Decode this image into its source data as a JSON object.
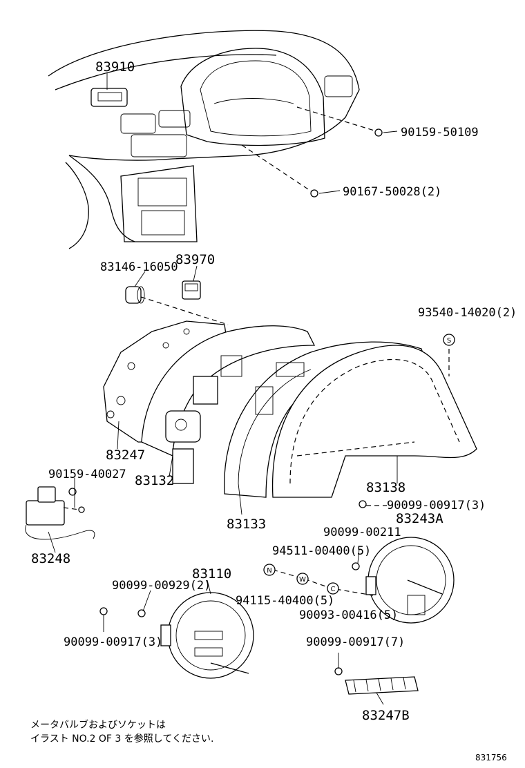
{
  "labels": {
    "p83910": "83910",
    "p90159_50109": "90159-50109",
    "p90167_50028": "90167-50028(2)",
    "p83146_16050": "83146-16050",
    "p83970": "83970",
    "p93540_14020": "93540-14020(2)",
    "p83247": "83247",
    "p83132": "83132",
    "p90159_40027": "90159-40027",
    "p83248": "83248",
    "p83138": "83138",
    "p90099_00917_3": "90099-00917(3)",
    "p83243A": "83243A",
    "p83133": "83133",
    "p90099_00211": "90099-00211",
    "p94511_00400": "94511-00400(5)",
    "p83110": "83110",
    "p90099_00929": "90099-00929(2)",
    "p94115_40400": "94115-40400(5)",
    "p90093_00416": "90093-00416(5)",
    "p90099_00917_l": "90099-00917(3)",
    "p90099_00917_7": "90099-00917(7)",
    "p83247B": "83247B"
  },
  "symbols": {
    "s": "S",
    "n": "N",
    "w": "W",
    "c": "C"
  },
  "note": {
    "line1": "メータバルブおよびソケットは",
    "line2": "イラスト NO.2 OF 3 を参照してください."
  },
  "doc_id": "831756"
}
